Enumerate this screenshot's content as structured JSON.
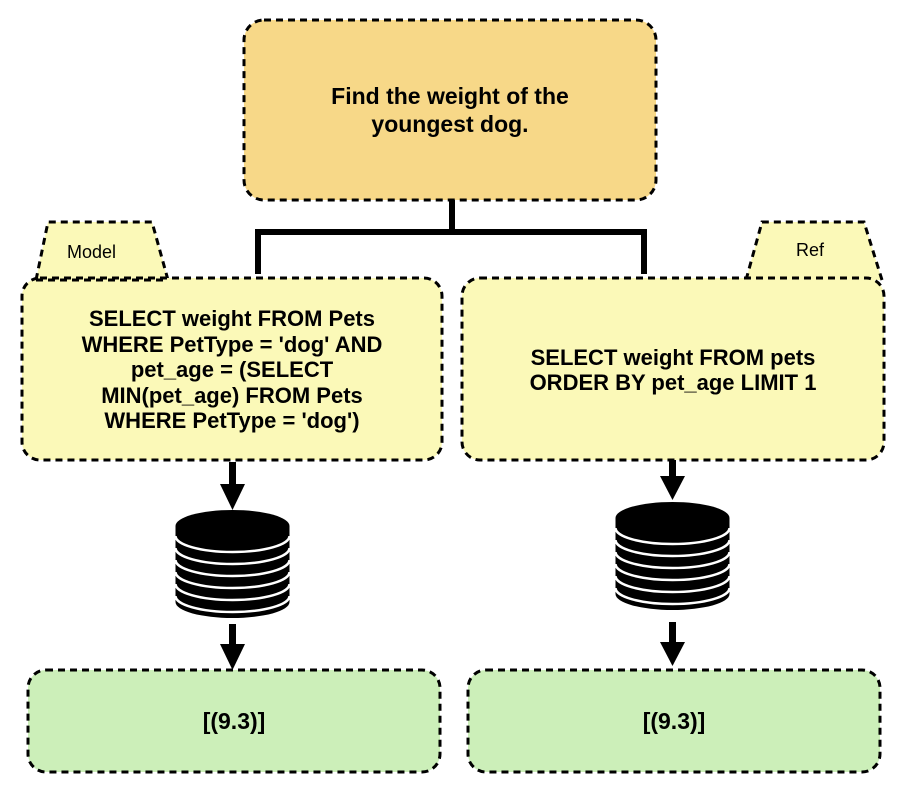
{
  "question": {
    "lines": [
      "Find the weight of the",
      "youngest dog."
    ],
    "fill": "#f7d888"
  },
  "model": {
    "tab_label": "Model",
    "sql_lines": [
      "SELECT weight FROM Pets",
      "WHERE PetType = 'dog' AND",
      "pet_age = (SELECT",
      "MIN(pet_age) FROM Pets",
      "WHERE PetType = 'dog')"
    ],
    "result": "[(9.3)]",
    "fill": "#fbf9b8"
  },
  "ref": {
    "tab_label": "Ref",
    "sql_lines": [
      "SELECT weight FROM pets",
      "ORDER BY pet_age LIMIT 1"
    ],
    "result": "[(9.3)]",
    "fill": "#fbf9b8"
  },
  "result_fill": "#ccefb9",
  "icons": {
    "database": "database-icon",
    "arrow": "arrow-down-icon"
  }
}
